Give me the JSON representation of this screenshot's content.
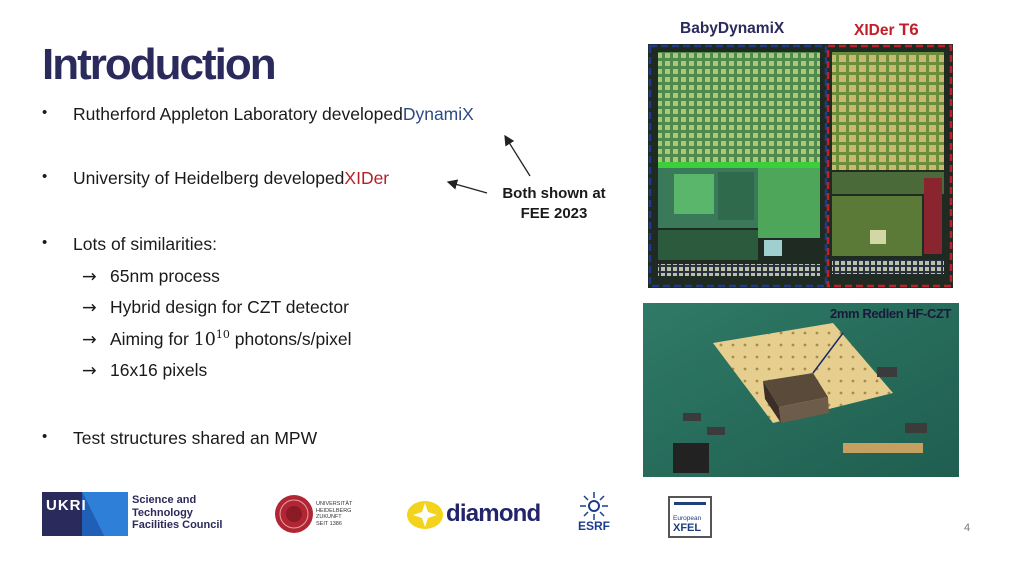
{
  "slide": {
    "title": "Introduction",
    "page_number": "4"
  },
  "bullets": [
    {
      "prefix": "Rutherford Appleton Laboratory developed ",
      "highlight": "DynamiX",
      "highlight_color": "#2d4a86"
    },
    {
      "prefix": "University of Heidelberg developed ",
      "highlight": "XIDer",
      "highlight_color": "#b3202a"
    },
    {
      "prefix": "Lots of similarities:"
    },
    {
      "prefix": "Test structures shared an MPW"
    }
  ],
  "sub_bullets": {
    "arrow": "→",
    "items": [
      "65nm process",
      "Hybrid design for CZT detector",
      "16x16 pixels"
    ],
    "photons": {
      "before": "Aiming for ",
      "base": "10",
      "exponent": "10",
      "after": " photons/s/pixel"
    }
  },
  "callout": {
    "line1": "Both shown at",
    "line2": "FEE 2023"
  },
  "chip": {
    "left_label": "BabyDynamiX",
    "left_color": "#2b2a5c",
    "right_label_a": "XIDer ",
    "right_label_b": "T6",
    "right_color": "#c0202a"
  },
  "photo": {
    "label": "2mm Redlen HF-CZT"
  },
  "logos": {
    "ukri_mark": "UKRI",
    "ukri_text": [
      "Science and",
      "Technology",
      "Facilities Council"
    ],
    "heidelberg_text": [
      "UNIVERSITÄT",
      "HEIDELBERG",
      "ZUKUNFT",
      "SEIT 1386"
    ],
    "diamond_text": "diamond",
    "esrf_text": "ESRF",
    "xfel_text_1": "European",
    "xfel_text_2": "XFEL"
  }
}
